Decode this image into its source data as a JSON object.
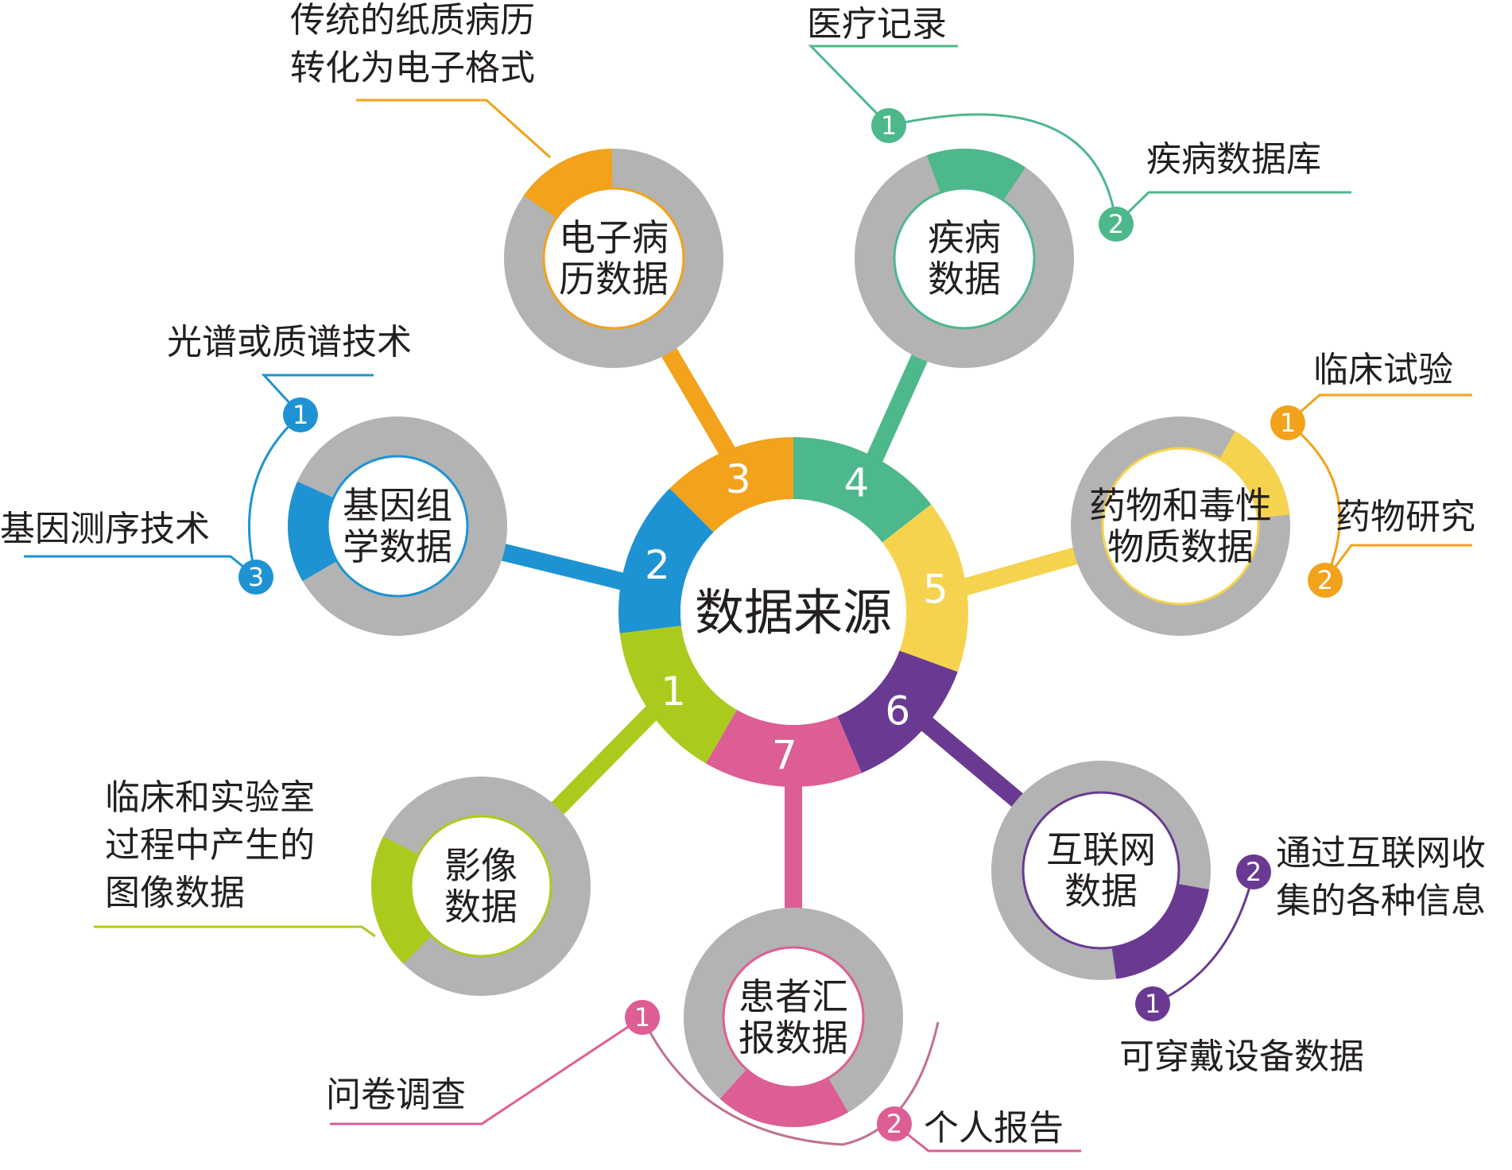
{
  "center": {
    "label": "数据来源"
  },
  "segments": [
    {
      "number": "1",
      "color": "#aacb1e"
    },
    {
      "number": "2",
      "color": "#1e93d3"
    },
    {
      "number": "3",
      "color": "#f2a21b"
    },
    {
      "number": "4",
      "color": "#4db88b"
    },
    {
      "number": "5",
      "color": "#f5d34e"
    },
    {
      "number": "6",
      "color": "#6a3a92"
    },
    {
      "number": "7",
      "color": "#dd5e94"
    }
  ],
  "nodes": [
    {
      "id": "imaging",
      "lines": [
        "影像",
        "数据"
      ],
      "color": "#aacb1e",
      "ring_fill": 0.2
    },
    {
      "id": "genomics",
      "lines": [
        "基因组",
        "学数据"
      ],
      "color": "#1e93d3",
      "ring_fill": 0.15
    },
    {
      "id": "emr",
      "lines": [
        "电子病",
        "历数据"
      ],
      "color": "#f2a21b",
      "ring_fill": 0.15
    },
    {
      "id": "disease",
      "lines": [
        "疾病",
        "数据"
      ],
      "color": "#4db88b",
      "ring_fill": 0.15
    },
    {
      "id": "drug",
      "lines": [
        "药物和毒性",
        "物质数据"
      ],
      "color": "#f5d34e",
      "ring_fill": 0.15
    },
    {
      "id": "internet",
      "lines": [
        "互联网",
        "数据"
      ],
      "color": "#6a3a92",
      "ring_fill": 0.2
    },
    {
      "id": "patient",
      "lines": [
        "患者汇",
        "报数据"
      ],
      "color": "#dd5e94",
      "ring_fill": 0.2
    }
  ],
  "annotations": {
    "emr": [
      "传统的纸质病历",
      "转化为电子格式"
    ],
    "imaging": [
      "临床和实验室",
      "过程中产生的",
      "图像数据"
    ]
  },
  "badges": {
    "disease": [
      {
        "number": "1",
        "label": "医疗记录"
      },
      {
        "number": "2",
        "label": "疾病数据库"
      }
    ],
    "genomics": [
      {
        "number": "1",
        "label": "光谱或质谱技术"
      },
      {
        "number": "3",
        "label": "基因测序技术"
      }
    ],
    "drug": [
      {
        "number": "1",
        "label": "临床试验"
      },
      {
        "number": "2",
        "label": "药物研究"
      }
    ],
    "internet": [
      {
        "number": "2",
        "label": [
          "通过互联网收",
          "集的各种信息"
        ]
      },
      {
        "number": "1",
        "label": "可穿戴设备数据"
      }
    ],
    "patient": [
      {
        "number": "1",
        "label": "问卷调查"
      },
      {
        "number": "2",
        "label": "个人报告"
      }
    ]
  },
  "ring_gray": "#b3b3b3"
}
